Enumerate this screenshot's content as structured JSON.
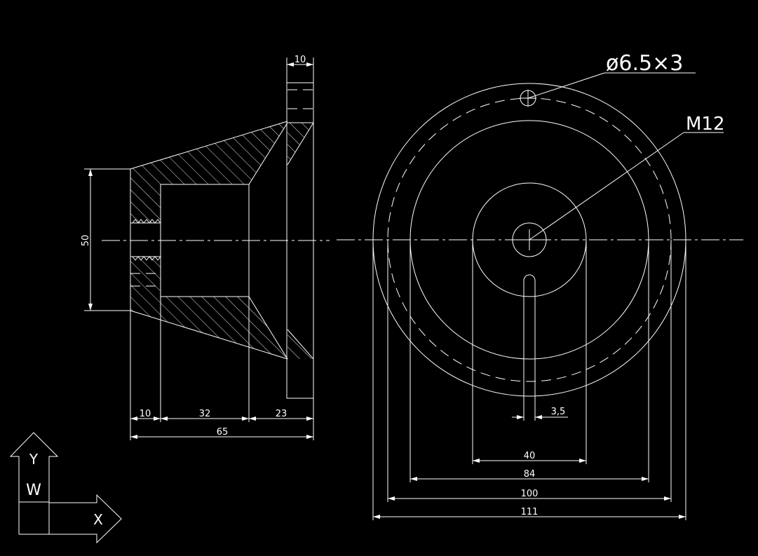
{
  "drawing": {
    "line_color": "#ffffff",
    "background_color": "#000000"
  },
  "side_view": {
    "dim_flange_thickness": "10",
    "dim_height": "50",
    "dim_front_offset": "10",
    "dim_bore_depth": "32",
    "dim_cone_remaining": "23",
    "dim_total_length": "65"
  },
  "front_view": {
    "callout_hole": "ø6.5×3",
    "callout_thread": "M12",
    "dim_slot_width": "3,5",
    "dim_boss": "40",
    "dim_inner_circle": "84",
    "dim_bolt_circle": "100",
    "dim_outer_circle": "111"
  },
  "ucs_icon": {
    "axis_y": "Y",
    "axis_x": "X",
    "world": "W"
  }
}
